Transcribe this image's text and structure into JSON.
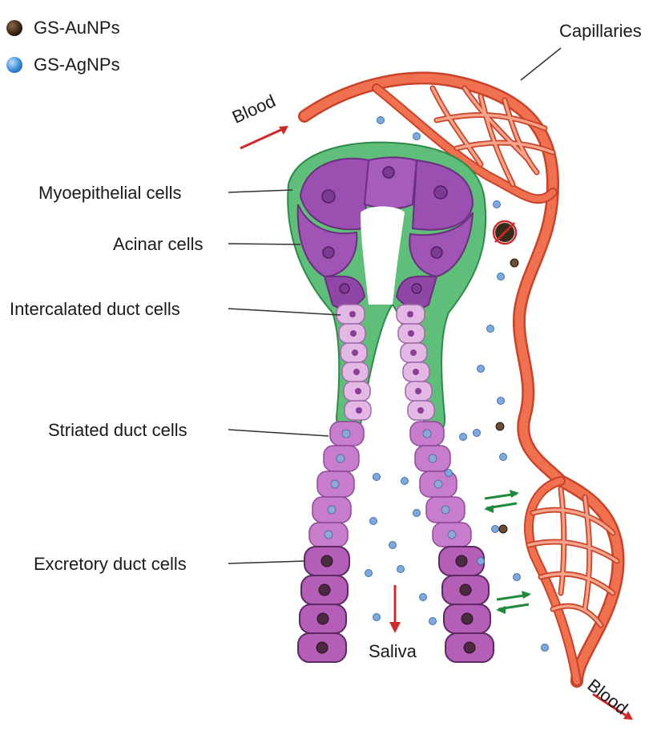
{
  "legend": [
    {
      "label": "GS-AuNPs",
      "color": "#3a2a1c",
      "icon": "gold-nanoparticle-icon"
    },
    {
      "label": "GS-AgNPs",
      "color": "#2f7fcf",
      "icon": "silver-nanoparticle-icon"
    }
  ],
  "labels": {
    "capillaries": "Capillaries",
    "blood_in": "Blood",
    "blood_out": "Blood",
    "myoepithelial": "Myoepithelial cells",
    "acinar": "Acinar cells",
    "intercalated": "Intercalated duct cells",
    "striated": "Striated duct cells",
    "excretory": "Excretory duct cells",
    "saliva": "Saliva"
  },
  "colors": {
    "capillary": "#f0714f",
    "capillary_dark": "#c9432a",
    "myoepithelial": "#5fbf7a",
    "acinar": "#9b4fb0",
    "intercalated": "#d7a6d9",
    "striated": "#c77ccc",
    "excretory": "#b45eb8",
    "arrow_red": "#cf2a2a",
    "arrow_green": "#1f8a3a"
  }
}
